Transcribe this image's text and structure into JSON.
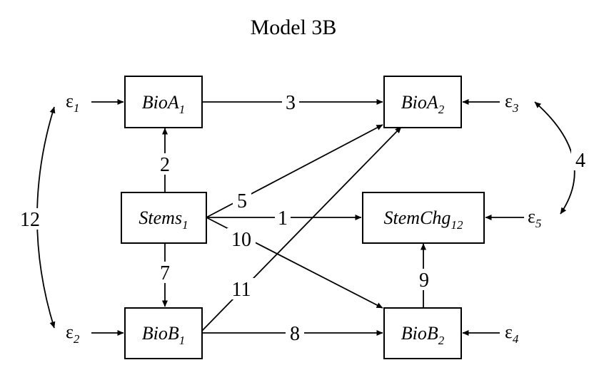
{
  "title": "Model 3B",
  "nodes": {
    "bioa1": {
      "main": "BioA",
      "sub": "1"
    },
    "bioa2": {
      "main": "BioA",
      "sub": "2"
    },
    "stems1": {
      "main": "Stems",
      "sub": "1"
    },
    "stemchg12": {
      "main": "StemChg",
      "sub": "12"
    },
    "biob1": {
      "main": "BioB",
      "sub": "1"
    },
    "biob2": {
      "main": "BioB",
      "sub": "2"
    }
  },
  "errors": {
    "e1": {
      "symbol": "ε",
      "sub": "1"
    },
    "e2": {
      "symbol": "ε",
      "sub": "2"
    },
    "e3": {
      "symbol": "ε",
      "sub": "3"
    },
    "e4": {
      "symbol": "ε",
      "sub": "4"
    },
    "e5": {
      "symbol": "ε",
      "sub": "5"
    }
  },
  "paths": {
    "p1": "1",
    "p2": "2",
    "p3": "3",
    "p4": "4",
    "p5": "5",
    "p7": "7",
    "p8": "8",
    "p9": "9",
    "p10": "10",
    "p11": "11",
    "p12": "12"
  }
}
